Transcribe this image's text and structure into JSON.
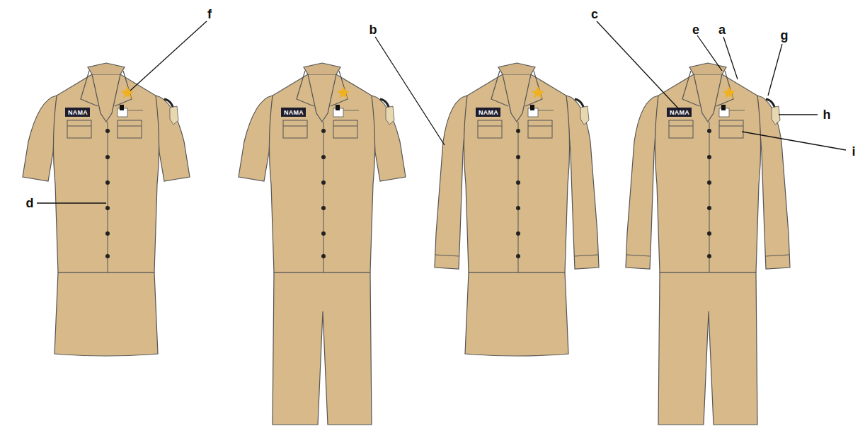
{
  "diagram": {
    "labels": [
      "f",
      "d",
      "b",
      "c",
      "e",
      "a",
      "g",
      "h",
      "i",
      "NAMA",
      "NAMA",
      "NAMA",
      "NAMA"
    ]
  }
}
